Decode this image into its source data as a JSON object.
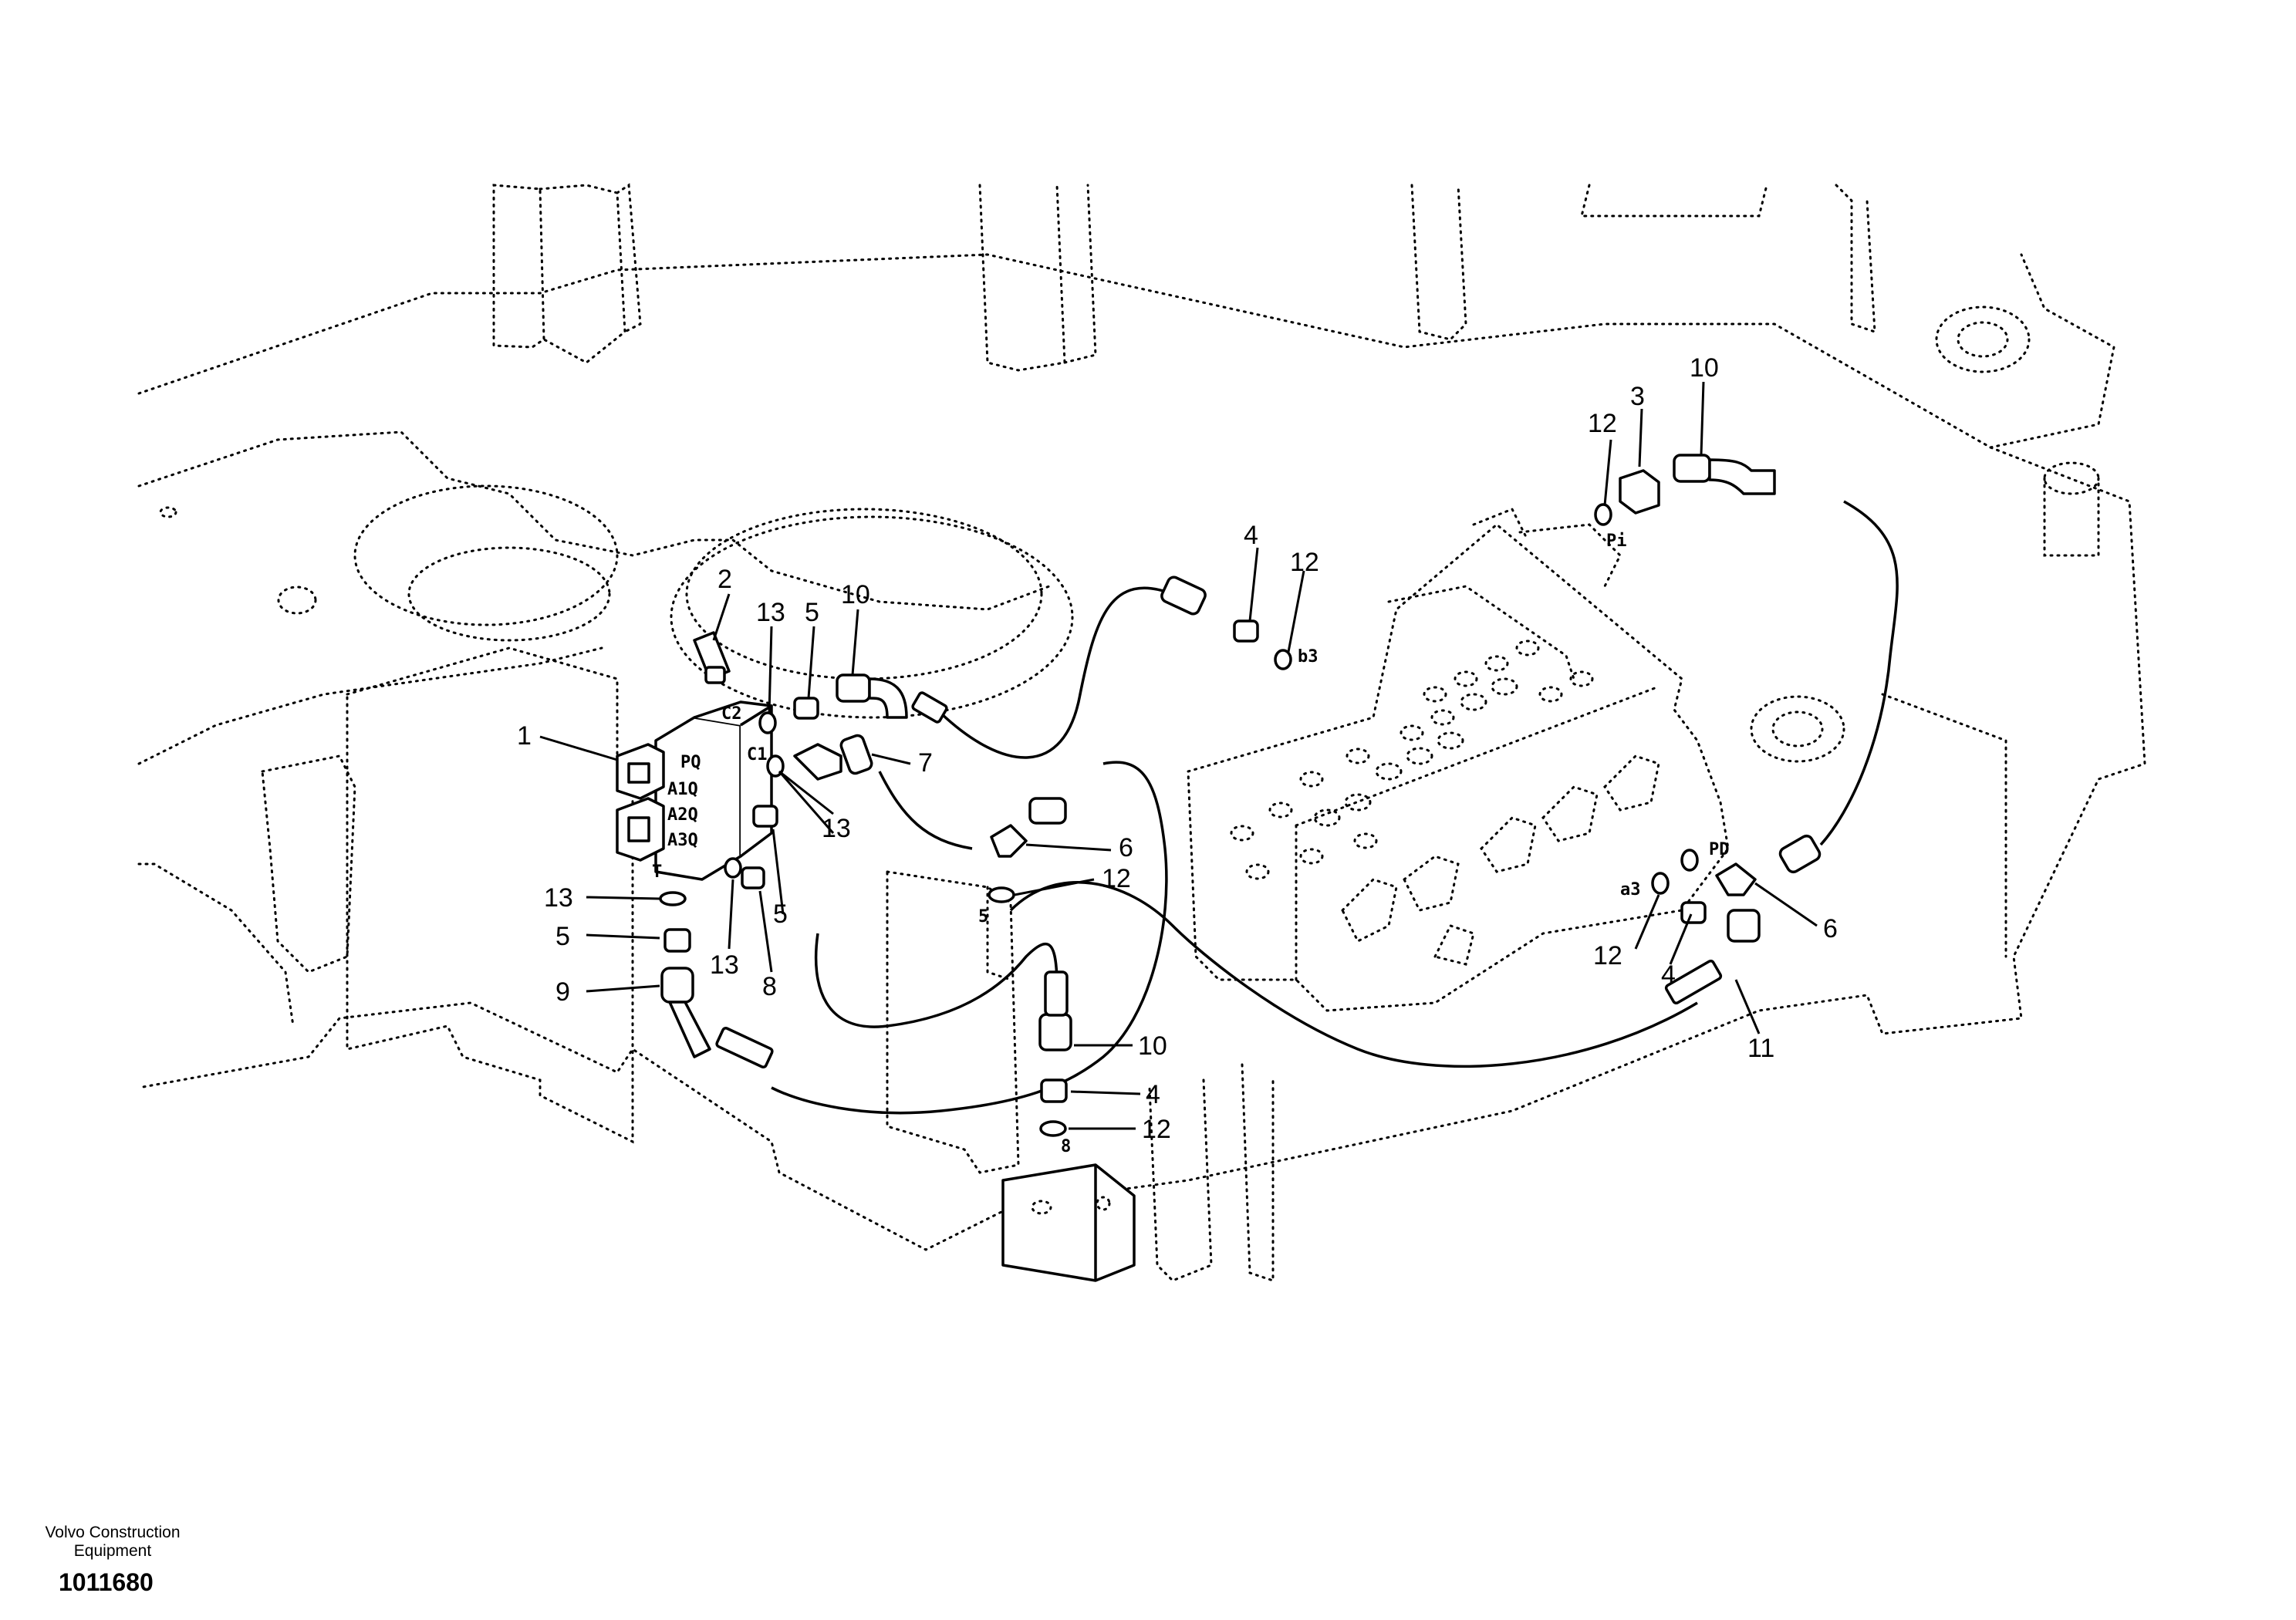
{
  "callouts": [
    "1",
    "2",
    "3",
    "4",
    "5",
    "6",
    "7",
    "8",
    "9",
    "10",
    "11",
    "12",
    "13"
  ],
  "ports": {
    "pq": "PQ",
    "a1": "A1Q",
    "a2": "A2Q",
    "a3": "A3Q",
    "c1": "C1",
    "c2": "C2",
    "t": "T",
    "pi": "Pi",
    "b3": "b3",
    "a3port": "a3",
    "pd": "PD",
    "p5": "5",
    "p8": "8"
  },
  "footer": {
    "brand_line1": "Volvo Construction",
    "brand_line2": "Equipment",
    "drawing_number": "1011680"
  }
}
